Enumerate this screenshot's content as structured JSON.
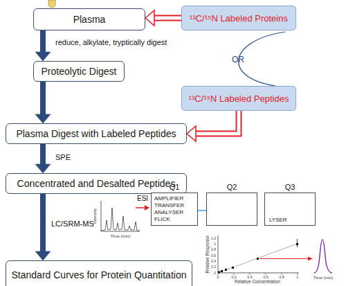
{
  "diagram": {
    "nodes": [
      {
        "text": [
          "Plasma"
        ]
      },
      {
        "text": [
          "¹³C/¹⁵N Labeled Proteins"
        ]
      },
      {
        "text": [
          "Proteolytic Digest"
        ]
      },
      {
        "text": [
          "¹³C/¹⁵N Labeled Peptides"
        ]
      },
      {
        "text": [
          "Plasma Digest with Labeled Peptides"
        ]
      },
      {
        "text": [
          "Concentrated and Desalted Peptides"
        ]
      },
      {
        "text": [
          "Standard Curves for Protein Quantitation"
        ]
      },
      {
        "text": [
          "Q1",
          "AMPLIFIER TRANSFER ANALYSER FLICK"
        ]
      },
      {
        "text": [
          "Q2"
        ]
      },
      {
        "text": [
          "Q3",
          "LYSER"
        ]
      }
    ],
    "edges": [
      {
        "from": 0,
        "to": 2,
        "arrow": "to",
        "label": "reduce, alkylate, tryptically digest"
      },
      {
        "from": 1,
        "to": 0,
        "arrow": "to"
      },
      {
        "from": 2,
        "to": 4,
        "arrow": "to"
      },
      {
        "from": 3,
        "to": 4,
        "arrow": "to"
      },
      {
        "from": 4,
        "to": 5,
        "arrow": "to",
        "label": "SPE"
      },
      {
        "from": 5,
        "to": 6,
        "arrow": "to",
        "label": "LC/SRM-MS"
      }
    ],
    "labels": [
      "OR",
      "ESI",
      "Intensity",
      "Time (min)",
      "Relative Response",
      "Relative Concentration",
      "Time (min)",
      "0",
      "0.2",
      "0.4",
      "0.6",
      "0.8",
      "1",
      "0",
      "0.2",
      "0.4",
      "0.6",
      "0.8",
      "1",
      "1.2"
    ]
  }
}
